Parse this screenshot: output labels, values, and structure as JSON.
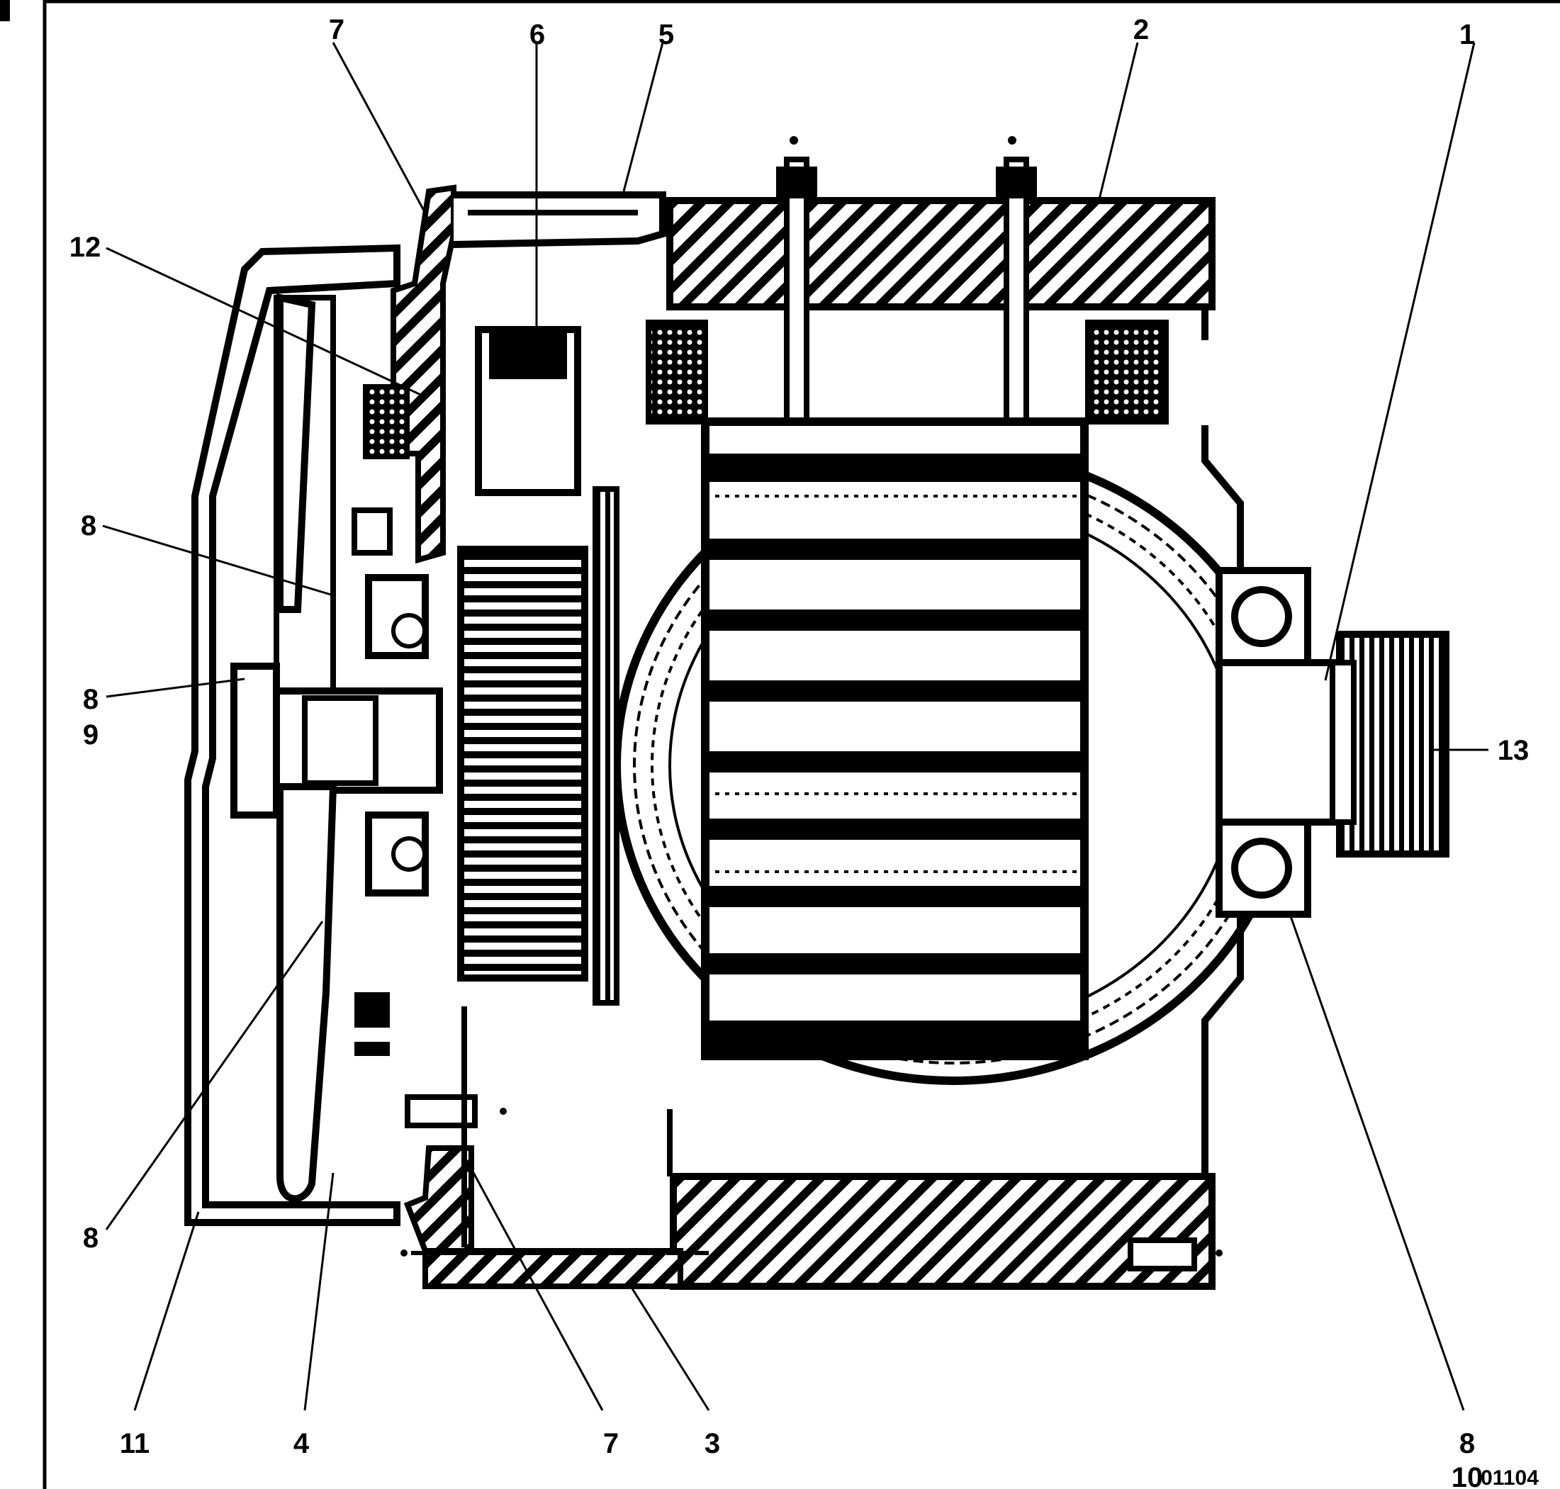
{
  "callouts": {
    "c1": "1",
    "c2": "2",
    "c3": "3",
    "c4": "4",
    "c5": "5",
    "c6": "6",
    "c7_top": "7",
    "c7_bottom": "7",
    "c8_left_upper": "8",
    "c8_left_mid": "8",
    "c8_left_lower": "8",
    "c8_right": "8",
    "c9": "9",
    "c10": "10",
    "c11": "11",
    "c12": "12",
    "c13": "13"
  },
  "figure_code": "01104",
  "colors": {
    "ink": "#000000",
    "paper": "#ffffff"
  }
}
